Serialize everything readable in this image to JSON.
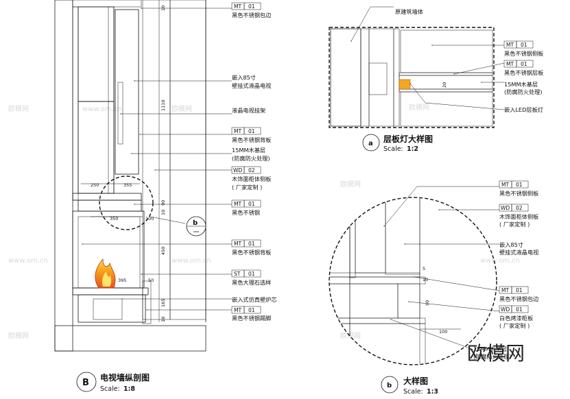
{
  "left_section": {
    "title": "电视墙纵剖图",
    "marker": "B",
    "scale_label": "Scale:",
    "scale_value": "1:8",
    "callouts": [
      {
        "code": "MT",
        "num": "01",
        "lines": [
          "黑色不锈钢包边"
        ]
      },
      {
        "lines": [
          "嵌入85寸",
          "壁挂式液晶电视"
        ]
      },
      {
        "lines": [
          "液晶电视挂架"
        ]
      },
      {
        "code": "MT",
        "num": "01",
        "lines": [
          "黑色不锈钢背板"
        ]
      },
      {
        "lines": [
          "15MM木基层",
          "(防腐防火处理)"
        ]
      },
      {
        "code": "WD",
        "num": "02",
        "lines": [
          "木饰面柜体侧板",
          "( 厂家定制 )"
        ]
      },
      {
        "code": "MT",
        "num": "01",
        "lines": [
          "黑色不锈钢"
        ]
      },
      {
        "code": "MT",
        "num": "01",
        "lines": [
          "黑色不锈钢背板"
        ]
      },
      {
        "code": "ST",
        "num": "01",
        "lines": [
          "黑色大理石选样"
        ]
      },
      {
        "lines": [
          "嵌入式仿真壁炉芯"
        ]
      },
      {
        "code": "MT",
        "num": "01",
        "lines": [
          "黑色不锈钢踢脚"
        ]
      }
    ],
    "dims": [
      "10",
      "1110",
      "250",
      "355",
      "90",
      "10",
      "100",
      "350",
      "450",
      "395",
      "50",
      "165",
      "10"
    ],
    "detail_ref": "b"
  },
  "detail_a": {
    "marker": "a",
    "title": "层板灯大样图",
    "scale_label": "Scale:",
    "scale_value": "1:2",
    "top_label": "原建筑墙体",
    "callouts": [
      {
        "code": "MT",
        "num": "01",
        "lines": [
          "黑色不锈钢侧板"
        ]
      },
      {
        "code": "MT",
        "num": "01",
        "lines": [
          "黑色不锈钢层板"
        ]
      },
      {
        "lines": [
          "15MM木基层",
          "(防腐防火处理)"
        ]
      },
      {
        "lines": [
          "嵌入LED层板灯"
        ]
      }
    ],
    "dims": [
      "20"
    ]
  },
  "detail_b": {
    "marker": "b",
    "title": "大样图",
    "scale_label": "Scale:",
    "scale_value": "1:3",
    "callouts": [
      {
        "code": "MT",
        "num": "01",
        "lines": [
          "黑色不锈钢侧板"
        ]
      },
      {
        "code": "WD",
        "num": "02",
        "lines": [
          "木饰面柜体侧板",
          "( 厂家定制 )"
        ]
      },
      {
        "lines": [
          "嵌入85寸",
          "壁挂式液晶电视"
        ]
      },
      {
        "code": "MT",
        "num": "01",
        "lines": [
          "黑色不锈钢包边"
        ]
      },
      {
        "code": "WD",
        "num": "01",
        "lines": [
          "白色烤漆柜板",
          "( 厂家定制 )"
        ]
      }
    ],
    "bottom_label": [
      "15MM木基层",
      "(防腐防火处理)"
    ],
    "dims": [
      "5",
      "10",
      "90",
      "100"
    ]
  },
  "watermark": {
    "logo": "欧模网",
    "faint": [
      "欧模网",
      "www.om.cn"
    ]
  },
  "colors": {
    "ink": "#111111",
    "tv_dark": "#4a4a4a",
    "flame_orange": "#f28c1a",
    "flame_yellow": "#ffd21f",
    "led": "#f5a623"
  }
}
